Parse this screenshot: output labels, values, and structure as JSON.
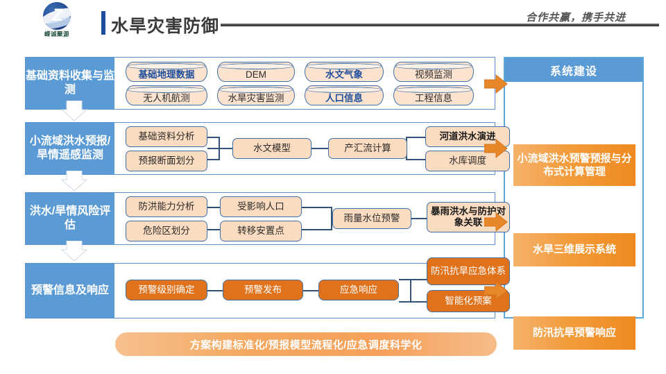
{
  "header": {
    "logo_text": "嵘诚聚源",
    "logo_mark": "Z",
    "title": "水旱灾害防御",
    "slogan": "合作共赢，携手共进"
  },
  "sections": [
    {
      "label": "基础资料收集与监测",
      "nodes": [
        {
          "text": "基础地理数据",
          "style": "cyl-hi"
        },
        {
          "text": "DEM",
          "style": "cyl"
        },
        {
          "text": "水文气象",
          "style": "cyl-hi"
        },
        {
          "text": "视频监测",
          "style": "cyl"
        },
        {
          "text": "无人机航测",
          "style": "cyl"
        },
        {
          "text": "水旱灾害监测",
          "style": "cyl"
        },
        {
          "text": "人口信息",
          "style": "cyl-hi"
        },
        {
          "text": "工程信息",
          "style": "cyl"
        }
      ]
    },
    {
      "label": "小流域洪水预报/旱情遥感监测",
      "nodes": [
        {
          "text": "基础资料分析",
          "style": "box"
        },
        {
          "text": "预报断面划分",
          "style": "box"
        },
        {
          "text": "水文模型",
          "style": "box"
        },
        {
          "text": "产汇流计算",
          "style": "box"
        },
        {
          "text": "河道洪水演进",
          "style": "box-hi"
        },
        {
          "text": "水库调度",
          "style": "box"
        }
      ]
    },
    {
      "label": "洪水/旱情风险评估",
      "nodes": [
        {
          "text": "防洪能力分析",
          "style": "box"
        },
        {
          "text": "危险区划分",
          "style": "box"
        },
        {
          "text": "受影响人口",
          "style": "box"
        },
        {
          "text": "转移安置点",
          "style": "box"
        },
        {
          "text": "雨量水位预警",
          "style": "box"
        },
        {
          "text": "暴雨洪水与防护对象关联",
          "style": "box-hi"
        }
      ]
    },
    {
      "label": "预警信息及响应",
      "nodes": [
        {
          "text": "预警级别确定",
          "style": "solid"
        },
        {
          "text": "预警发布",
          "style": "solid"
        },
        {
          "text": "应急响应",
          "style": "solid"
        },
        {
          "text": "防汛抗旱应急体系",
          "style": "solid"
        },
        {
          "text": "智能化预案",
          "style": "solid"
        }
      ]
    }
  ],
  "panel": {
    "title": "系统建设",
    "items": [
      {
        "text": "小流域洪水预警预报与分布式计算管理"
      },
      {
        "text": "水旱三维展示系统"
      },
      {
        "text": "防汛抗旱预警响应"
      }
    ]
  },
  "banner": {
    "text": "方案构建标准化/预报模型流程化/应急调度科学化"
  },
  "colors": {
    "blue_label": "#5b9bd5",
    "node_fill": "#fbdcc0",
    "node_border": "#3f6fa8",
    "solid_orange": "#e0721c",
    "panel_orange": "#f29c3c",
    "title_text": "#3a3a3a",
    "highlight_blue": "#1f4e9c"
  }
}
